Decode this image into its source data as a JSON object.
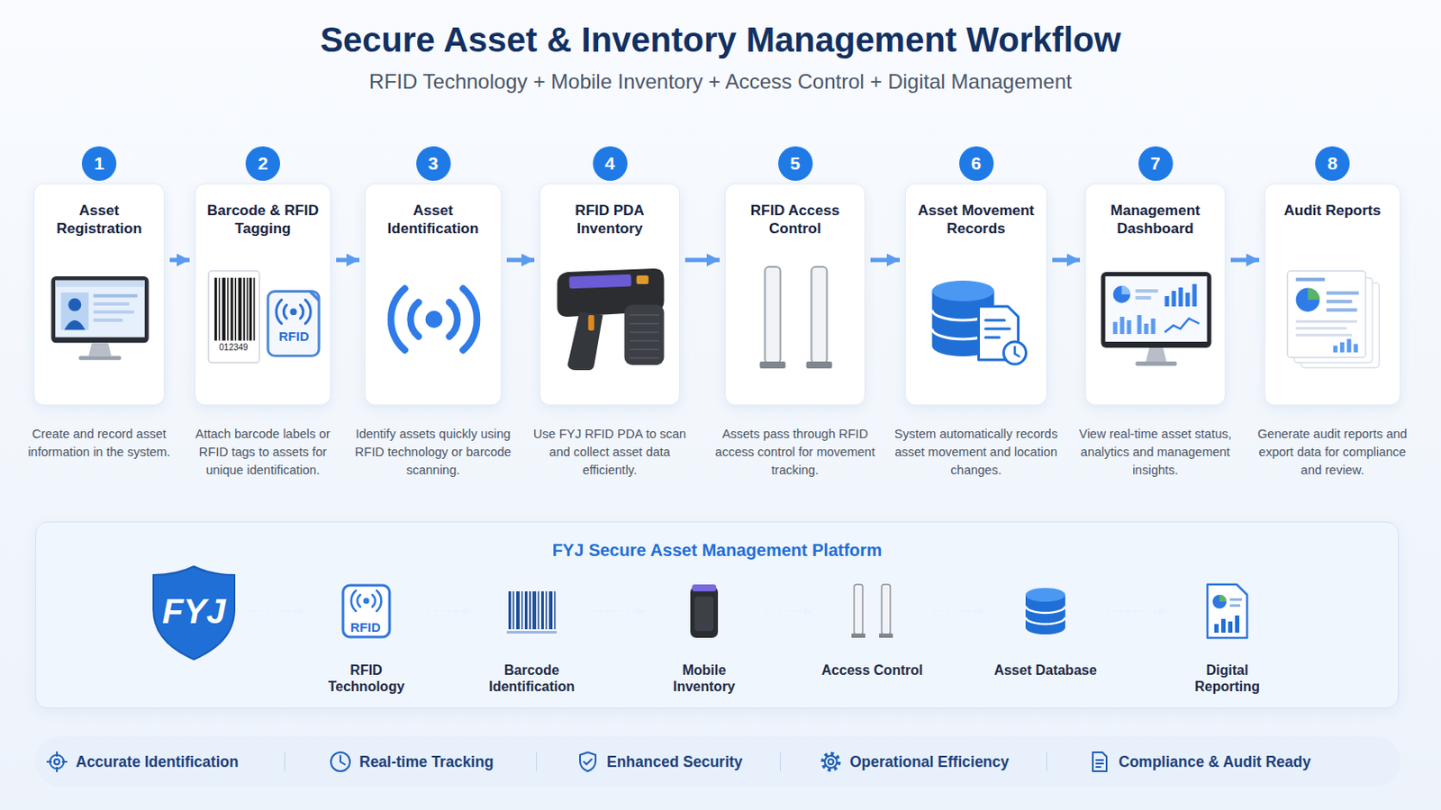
{
  "diagram": {
    "title": "Secure Asset & Inventory Management Workflow",
    "nodes": [
      {
        "text": [
          "1",
          "Asset Registration",
          "Create and record asset information in the system."
        ]
      },
      {
        "text": [
          "2",
          "Barcode & RFID Tagging",
          "Attach barcode labels or RFID tags to assets for unique identification."
        ]
      },
      {
        "text": [
          "3",
          "Asset Identification",
          "Identify assets quickly using RFID technology or barcode scanning."
        ]
      },
      {
        "text": [
          "4",
          "RFID PDA Inventory",
          "Use FYJ RFID PDA to scan and collect asset data efficiently."
        ]
      },
      {
        "text": [
          "5",
          "RFID Access Control",
          "Assets pass through RFID access control for movement tracking."
        ]
      },
      {
        "text": [
          "6",
          "Asset Movement Records",
          "System automatically records asset movement and location changes."
        ]
      },
      {
        "text": [
          "7",
          "Management Dashboard",
          "View real-time asset status, analytics and management insights."
        ]
      },
      {
        "text": [
          "8",
          "Audit Reports",
          "Generate audit reports and export data for compliance and review."
        ]
      },
      {
        "text": [
          "FYJ Secure Asset Management Platform"
        ]
      },
      {
        "text": [
          "FYJ"
        ],
        "in": 8
      },
      {
        "text": [
          "RFID Technology"
        ],
        "in": 8
      },
      {
        "text": [
          "Barcode Identification"
        ],
        "in": 8
      },
      {
        "text": [
          "Mobile Inventory"
        ],
        "in": 8
      },
      {
        "text": [
          "Access Control"
        ],
        "in": 8
      },
      {
        "text": [
          "Asset Database"
        ],
        "in": 8
      },
      {
        "text": [
          "Digital Reporting"
        ],
        "in": 8
      },
      {
        "text": [
          "Accurate Identification",
          "Real-time Tracking",
          "Enhanced Security",
          "Operational Efficiency",
          "Compliance & Audit Ready"
        ]
      }
    ],
    "edges": [
      {
        "from": 0,
        "to": 1,
        "arrow": "to"
      },
      {
        "from": 1,
        "to": 2,
        "arrow": "to"
      },
      {
        "from": 2,
        "to": 3,
        "arrow": "to"
      },
      {
        "from": 3,
        "to": 4,
        "arrow": "to"
      },
      {
        "from": 4,
        "to": 5,
        "arrow": "to"
      },
      {
        "from": 5,
        "to": 6,
        "arrow": "to"
      },
      {
        "from": 6,
        "to": 7,
        "arrow": "to"
      },
      {
        "from": 9,
        "to": 10,
        "arrow": "to"
      },
      {
        "from": 10,
        "to": 11,
        "arrow": "to"
      },
      {
        "from": 11,
        "to": 12,
        "arrow": "to"
      },
      {
        "from": 12,
        "to": 13,
        "arrow": "to"
      },
      {
        "from": 13,
        "to": 14,
        "arrow": "to"
      },
      {
        "from": 14,
        "to": 15,
        "arrow": "to"
      }
    ],
    "labels": [
      "RFID Technology + Mobile Inventory + Access Control + Digital Management",
      "012349",
      "RFID",
      "RFID"
    ]
  }
}
